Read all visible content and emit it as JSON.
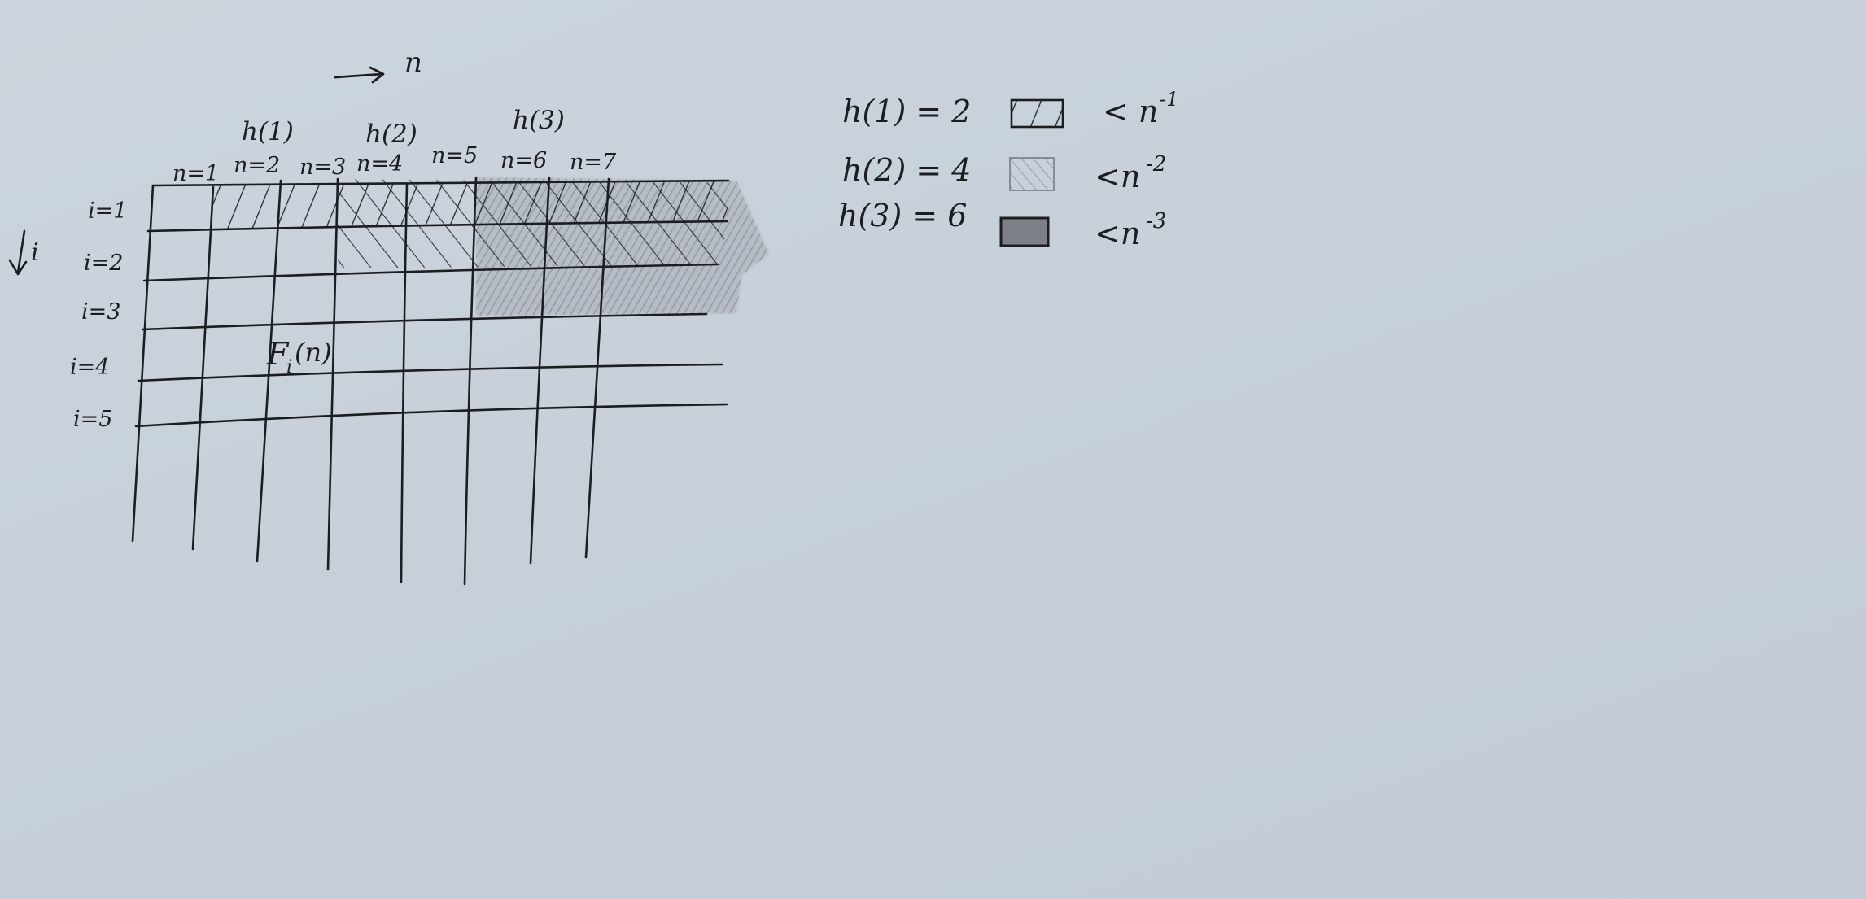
{
  "axes": {
    "n_symbol": "n",
    "i_symbol": "i"
  },
  "columns": [
    {
      "label": "n=1",
      "h_label": ""
    },
    {
      "label": "n=2",
      "h_label": "h(1)"
    },
    {
      "label": "n=3",
      "h_label": ""
    },
    {
      "label": "n=4",
      "h_label": "h(2)"
    },
    {
      "label": "n=5",
      "h_label": ""
    },
    {
      "label": "n=6",
      "h_label": "h(3)"
    },
    {
      "label": "n=7",
      "h_label": ""
    }
  ],
  "rows": [
    "i=1",
    "i=2",
    "i=3",
    "i=4",
    "i=5"
  ],
  "cell_label": "F_i(n)",
  "cell_label_main": "F",
  "cell_label_sub": "i",
  "cell_label_arg": "(n)",
  "h_values": [
    "h(1) = 2",
    "h(2) = 4",
    "h(3) = 6"
  ],
  "legend": [
    {
      "label": "< n",
      "exponent": "-1",
      "pattern": "sparse-hatch"
    },
    {
      "label": "<n",
      "exponent": "-2",
      "pattern": "light-hatch"
    },
    {
      "label": "<n",
      "exponent": "-3",
      "pattern": "dark-fill"
    }
  ],
  "colors": {
    "paper": "#c9d2da",
    "ink": "#1b1d21",
    "pencil": "#8e939a",
    "dark_fill": "#7d8187"
  }
}
